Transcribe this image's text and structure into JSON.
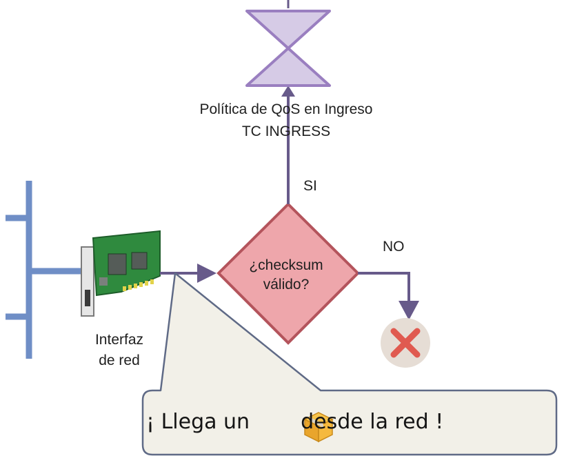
{
  "colors": {
    "network_bus": "#6f8ec6",
    "arrow": "#675a8a",
    "diamond_fill": "#eea6ab",
    "diamond_stroke": "#b4545c",
    "hourglass_fill": "#d6cbe6",
    "hourglass_stroke": "#9a7fc0",
    "reject_circle": "#e6ddd5",
    "reject_x": "#e05a50",
    "nic_board": "#2f8a3e",
    "callout_fill": "#f2f0e8",
    "callout_stroke": "#5f6a86"
  },
  "qos": {
    "title": "Política de QoS en Ingreso",
    "subtitle": "TC INGRESS",
    "icon": "hourglass-icon"
  },
  "decision": {
    "line1": "¿checksum",
    "line2": "válido?",
    "yes_label": "SI",
    "no_label": "NO"
  },
  "nic": {
    "line1": "Interfaz",
    "line2": "de red",
    "icon": "network-card-icon"
  },
  "reject": {
    "icon": "x-mark-icon"
  },
  "callout": {
    "prefix": "¡ Llega un",
    "icon": "package-icon",
    "suffix": "desde la red !"
  }
}
